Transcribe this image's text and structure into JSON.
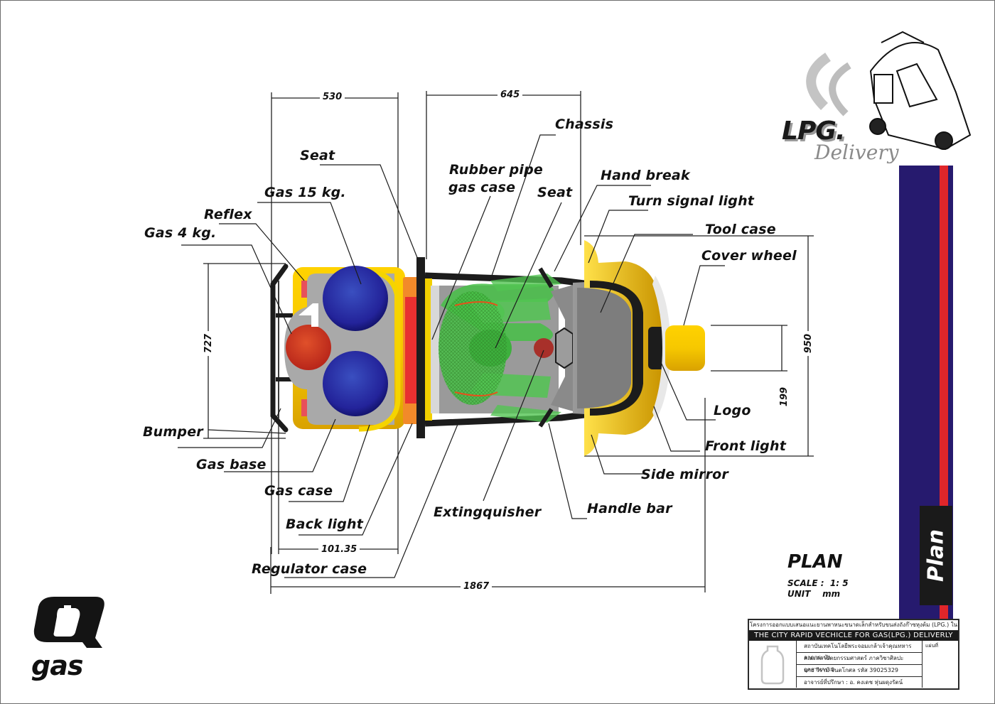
{
  "sheet": {
    "view_title": "PLAN",
    "scale_label": "SCALE :",
    "scale_value": "1: 5",
    "unit_label": "UNIT",
    "unit_value": "mm",
    "side_tab": "Plan"
  },
  "branding": {
    "lpg_logo": "LPG.",
    "lpg_logo_sub": "Delivery",
    "gas_logo": "gas"
  },
  "colors": {
    "band_navy": "#261a6e",
    "band_red": "#e0262a",
    "body_yellow": "#f5c400",
    "gas_blue": "#2a2a9a",
    "gas_red": "#d8381e",
    "rider_green": "#3cbf3c"
  },
  "dimensions": {
    "top_left": "530",
    "top_right": "645",
    "left_height": "727",
    "right_height": "950",
    "right_small": "199",
    "bottom_small": "101.35",
    "overall_length": "1867"
  },
  "labels": {
    "chassis": "Chassis",
    "seat_rear": "Seat",
    "rubber_pipe_1": "Rubber pipe",
    "rubber_pipe_2": "gas case",
    "seat_front": "Seat",
    "hand_break": "Hand break",
    "gas_15": "Gas 15 kg.",
    "reflex": "Reflex",
    "gas_4": "Gas 4 kg.",
    "turn_signal": "Turn signal light",
    "tool_case": "Tool case",
    "cover_wheel": "Cover wheel",
    "bumper": "Bumper",
    "gas_base": "Gas base",
    "gas_case": "Gas case",
    "back_light": "Back light",
    "regulator_case": "Regulator case",
    "extinguisher": "Extingquisher",
    "handle_bar": "Handle bar",
    "logo": "Logo",
    "front_light": "Front light",
    "side_mirror": "Side mirror"
  },
  "title_block": {
    "project_thai": "โครงการออกแบบเสนอแนะยานพาหนะขนาดเล็กสำหรับขนส่งถังก๊าซหุงต้ม (LPG.) ในเมือง",
    "project_en": "THE CITY RAPID VECHICLE FOR GAS(LPG.) DELIVERLY",
    "institute": "สถาบันเทคโนโลยีพระจอมเกล้าเจ้าคุณทหารลาดกระบัง",
    "faculty": "คณะสถาปัตยกรรมศาสตร์ ภาควิชาศิลปะอุตสาหกรรม",
    "student": "นาย วีราม์ จินตโกศล รหัส 39025329",
    "advisor": "อาจารย์ที่ปรึกษา : อ. คงเดช หุ่นผดุงรัตน์",
    "sheet_no_label": "แผ่นที่"
  }
}
